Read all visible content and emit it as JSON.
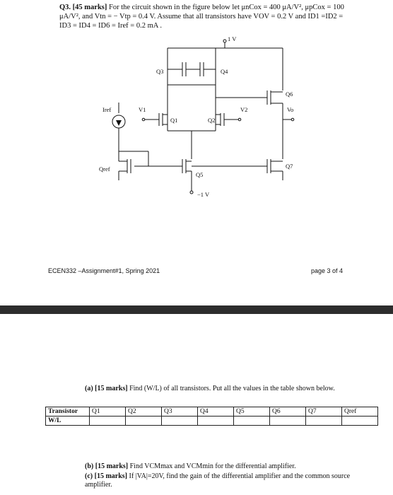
{
  "question": {
    "number": "Q3.",
    "marks": "[45 marks]",
    "text_line1": "For the circuit shown in the figure below let μnCox = 400 μA/V², μpCox = 100",
    "text_line2": "μA/V², and Vtn = − Vtp = 0.4 V. Assume that all transistors have VOV = 0.2 V and ID1 =ID2 =",
    "text_line3": "ID3 = ID4 = ID6 = Iref = 0.2 mA ."
  },
  "circuit": {
    "vdd": "1 V",
    "vss": "−1 V",
    "labels": {
      "q3": "Q3",
      "q4": "Q4",
      "q6": "Q6",
      "q1": "Q1",
      "q2": "Q2",
      "q5": "Q5",
      "q7": "Q7",
      "qref": "Qref",
      "iref": "Iref",
      "v1": "V1",
      "v2": "V2",
      "vo": "Vo"
    }
  },
  "footer": {
    "left": "ECEN332 –Assignment#1, Spring 2021",
    "right": "page  3 of 4"
  },
  "part_a": {
    "label": "(a)",
    "marks": "[15 marks]",
    "text": "Find (W/L) of all transistors. Put all the values in the table shown below."
  },
  "table": {
    "header": "Transistor",
    "row_label": "W/L",
    "columns": [
      "Q1",
      "Q2",
      "Q3",
      "Q4",
      "Q5",
      "Q6",
      "Q7",
      "Qref"
    ]
  },
  "part_b": {
    "label": "(b)",
    "marks": "[15 marks]",
    "text": "Find VCMmax and VCMmin for the differential amplifier."
  },
  "part_c": {
    "label": "(c)",
    "marks": "[15 marks]",
    "text": "If |VA|=20V, find the gain of the differential amplifier and the common source amplifier."
  }
}
